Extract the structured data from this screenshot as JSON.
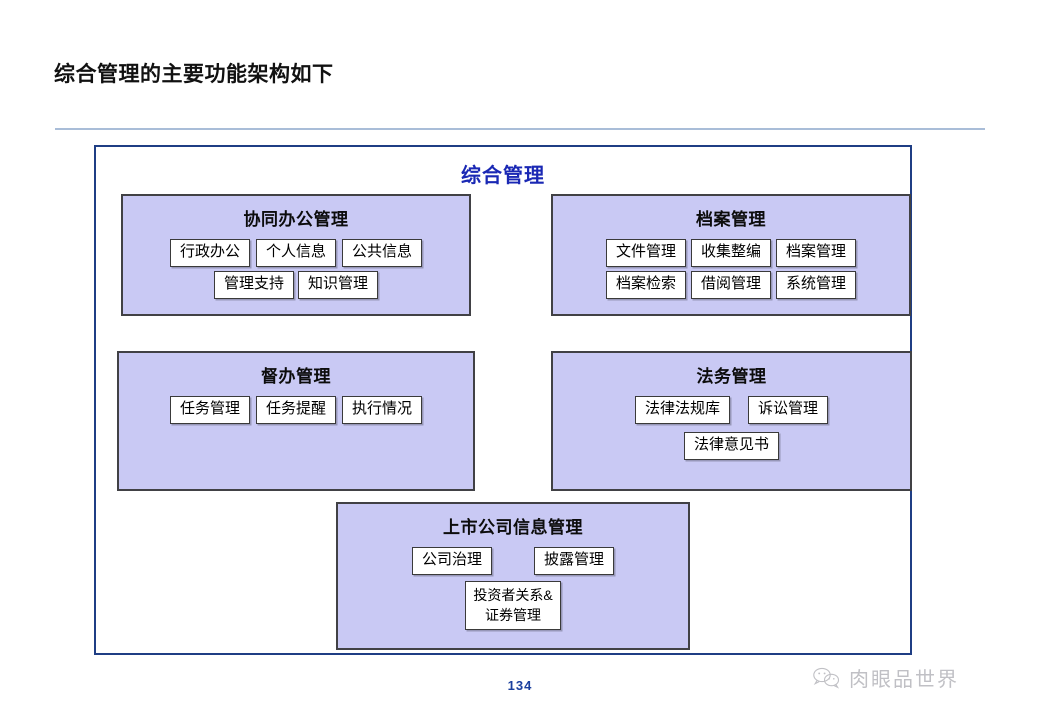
{
  "slide": {
    "title": "综合管理的主要功能架构如下",
    "page_number": "134"
  },
  "architecture": {
    "heading": "综合管理",
    "heading_color": "#1a28b4",
    "frame_border_color": "#1f3e84",
    "panel_fill_color": "#c9c9f4",
    "panels": [
      {
        "id": "collab",
        "title": "协同办公管理",
        "rows": [
          [
            "行政办公",
            "个人信息",
            "公共信息"
          ],
          [
            "管理支持",
            "知识管理"
          ]
        ]
      },
      {
        "id": "archive",
        "title": "档案管理",
        "rows": [
          [
            "文件管理",
            "收集整编",
            "档案管理"
          ],
          [
            "档案检索",
            "借阅管理",
            "系统管理"
          ]
        ]
      },
      {
        "id": "supervision",
        "title": "督办管理",
        "rows": [
          [
            "任务管理",
            "任务提醒",
            "执行情况"
          ]
        ]
      },
      {
        "id": "legal",
        "title": "法务管理",
        "rows": [
          [
            "法律法规库",
            "诉讼管理"
          ],
          [
            "法律意见书"
          ]
        ]
      },
      {
        "id": "listed",
        "title": "上市公司信息管理",
        "rows": [
          [
            "公司治理",
            "披露管理"
          ]
        ],
        "multiline_item": {
          "line1": "投资者关系&",
          "line2": "证券管理"
        }
      }
    ]
  },
  "watermark": {
    "text": "肉眼品世界",
    "icon": "wechat-icon"
  }
}
